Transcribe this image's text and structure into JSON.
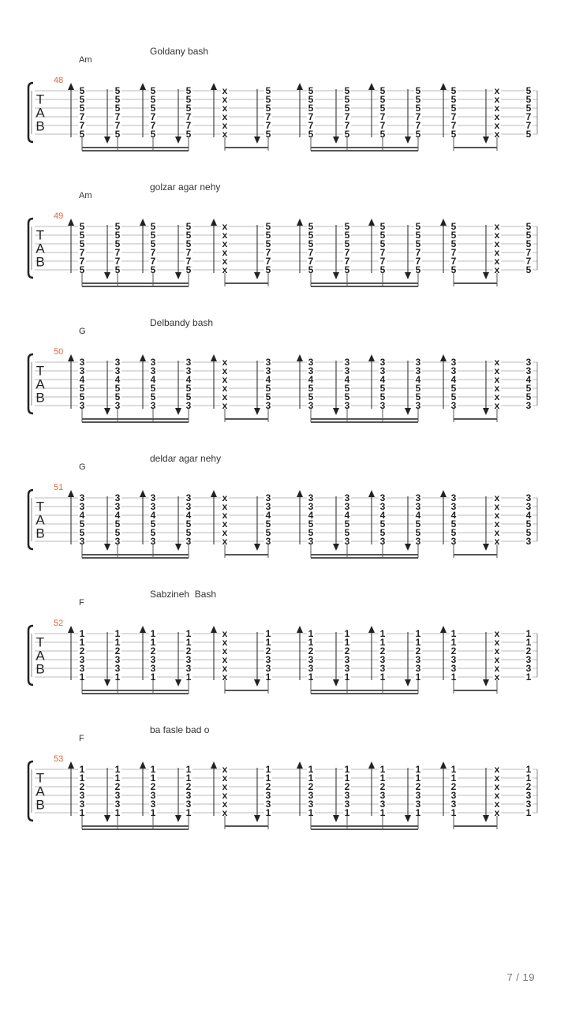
{
  "page": {
    "number": "7 / 19"
  },
  "tab_label": {
    "t": "T",
    "a": "A",
    "b": "B"
  },
  "colors": {
    "bar_number": "#e0663a",
    "staff_line": "#bbbbbb",
    "note": "#222222"
  },
  "strum_pattern": [
    "up",
    "down",
    "up",
    "down",
    "up",
    "down",
    "up",
    "down",
    "up",
    "down",
    "up",
    "down",
    "up",
    "down"
  ],
  "muted_beats": [
    4,
    11
  ],
  "systems": [
    {
      "bar": "48",
      "chord": "Am",
      "lyric": "Goldany bash",
      "frets": [
        "5",
        "5",
        "5",
        "7",
        "7",
        "5"
      ]
    },
    {
      "bar": "49",
      "chord": "Am",
      "lyric": "golzar agar nehy",
      "frets": [
        "5",
        "5",
        "5",
        "7",
        "7",
        "5"
      ]
    },
    {
      "bar": "50",
      "chord": "G",
      "lyric": "Delbandy bash",
      "frets": [
        "3",
        "3",
        "4",
        "5",
        "5",
        "3"
      ]
    },
    {
      "bar": "51",
      "chord": "G",
      "lyric": "deldar agar nehy",
      "frets": [
        "3",
        "3",
        "4",
        "5",
        "5",
        "3"
      ]
    },
    {
      "bar": "52",
      "chord": "F",
      "lyric": "Sabzineh  Bash",
      "frets": [
        "1",
        "1",
        "2",
        "3",
        "3",
        "1"
      ]
    },
    {
      "bar": "53",
      "chord": "F",
      "lyric": "ba fasle bad o",
      "frets": [
        "1",
        "1",
        "2",
        "3",
        "3",
        "1"
      ]
    }
  ]
}
